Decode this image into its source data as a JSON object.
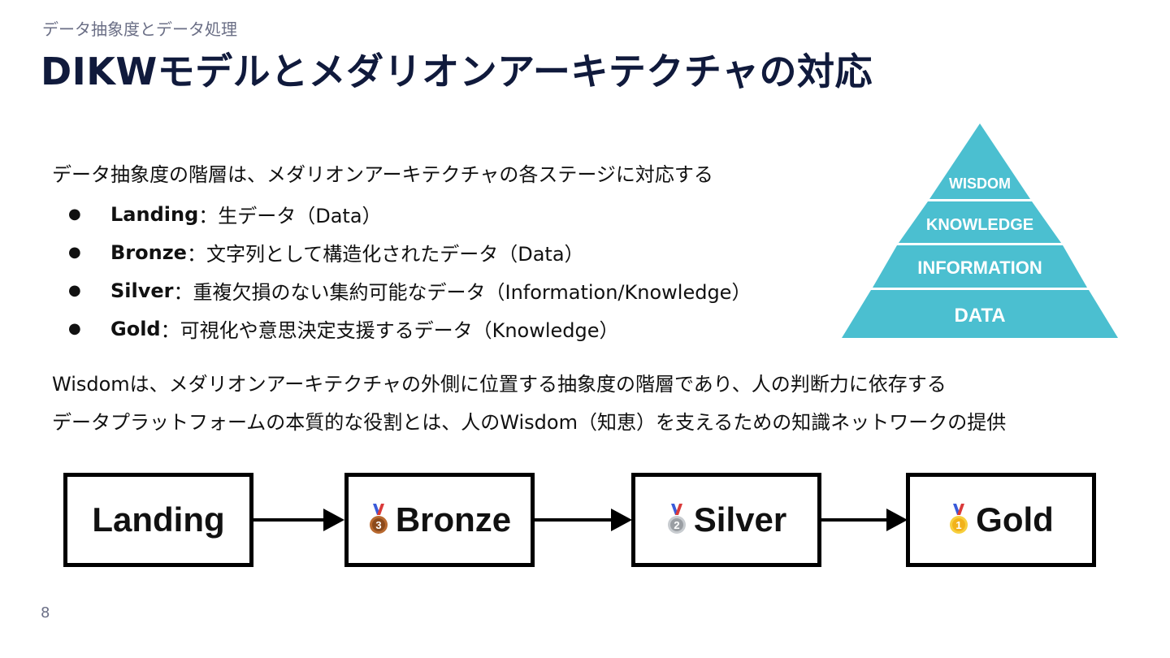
{
  "header": {
    "category": "データ抽象度とデータ処理",
    "title": "DIKWモデルとメダリオンアーキテクチャの対応"
  },
  "content": {
    "intro": "データ抽象度の階層は、メダリオンアーキテクチャの各ステージに対応する",
    "bullets": [
      {
        "term": "Landing",
        "desc": "：生データ（Data）"
      },
      {
        "term": "Bronze",
        "desc": "：文字列として構造化されたデータ（Data）"
      },
      {
        "term": "Silver",
        "desc": "：重複欠損のない集約可能なデータ（Information/Knowledge）"
      },
      {
        "term": "Gold",
        "desc": "：可視化や意思決定支援するデータ（Knowledge）"
      }
    ],
    "para1": "Wisdomは、メダリオンアーキテクチャの外側に位置する抽象度の階層であり、人の判断力に依存する",
    "para2": "データプラットフォームの本質的な役割とは、人のWisdom（知恵）を支えるための知識ネットワークの提供"
  },
  "pyramid": {
    "color": "#4bbfd0",
    "levels": [
      "WISDOM",
      "KNOWLEDGE",
      "INFORMATION",
      "DATA"
    ]
  },
  "flow": {
    "stages": [
      {
        "label": "Landing",
        "medal": ""
      },
      {
        "label": "Bronze",
        "medal": "bronze-medal-icon",
        "medal_number": "3",
        "medal_color": "#b8692f"
      },
      {
        "label": "Silver",
        "medal": "silver-medal-icon",
        "medal_number": "2",
        "medal_color": "#9a9ea3"
      },
      {
        "label": "Gold",
        "medal": "gold-medal-icon",
        "medal_number": "1",
        "medal_color": "#f2b21a"
      }
    ]
  },
  "footer": {
    "page_number": "8"
  }
}
